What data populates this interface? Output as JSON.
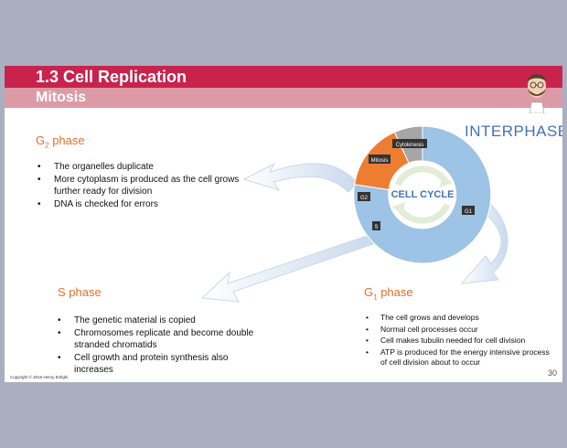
{
  "slide": {
    "title": "1.3 Cell Replication",
    "subtitle": "Mitosis",
    "interphase_label": "INTERPHASE",
    "page_number": "30",
    "copyright": "Copyright © 2016 Henry Eshghi"
  },
  "cycle": {
    "center_label": "CELL CYCLE",
    "segments": {
      "cytokinesis": "Cytokinesis",
      "mitosis": "Mitosis",
      "g2": "G2",
      "s": "S",
      "g1": "G1"
    },
    "colors": {
      "interphase": "#9dc3e6",
      "mitosis": "#ed7d31",
      "cytokinesis": "#a6a6a6"
    }
  },
  "g2_phase": {
    "heading_main": "G",
    "heading_sub": "2",
    "heading_rest": " phase",
    "bullets": [
      "The organelles duplicate",
      "More cytoplasm is produced as the cell grows further ready for division",
      "DNA is checked for errors"
    ]
  },
  "s_phase": {
    "heading": "S phase",
    "bullets": [
      "The genetic material is copied",
      "Chromosomes replicate and become double stranded chromatids",
      "Cell growth and protein synthesis also increases"
    ]
  },
  "g1_phase": {
    "heading_main": "G",
    "heading_sub": "1",
    "heading_rest": " phase",
    "bullets": [
      "The cell grows and develops",
      "Normal cell processes occur",
      "Cell makes tubulin needed for cell division",
      "ATP is produced for the energy intensive process of cell division about to occur"
    ]
  }
}
